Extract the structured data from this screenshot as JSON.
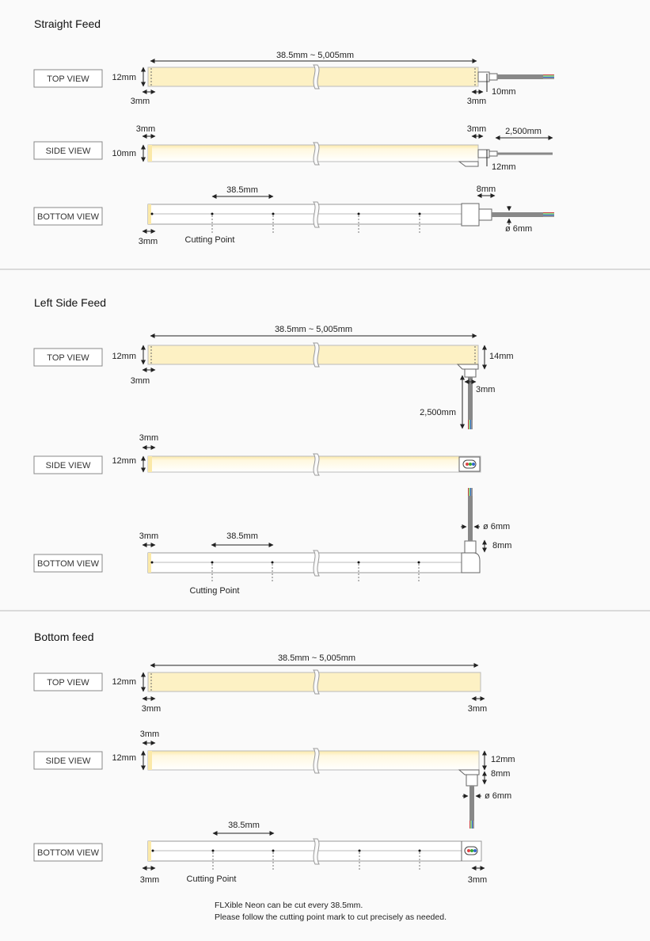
{
  "sections": [
    {
      "title": "Straight Feed",
      "views": [
        "TOP VIEW",
        "SIDE VIEW",
        "BOTTOM VIEW"
      ],
      "dims": {
        "length": "38.5mm ~ 5,005mm",
        "width_top": "12mm",
        "end_3mm": "3mm",
        "connector_10mm": "10mm",
        "height_side": "10mm",
        "cable_2500": "2,500mm",
        "side_12mm": "12mm",
        "pitch": "38.5mm",
        "boot_8mm": "8mm",
        "cable_dia": "ø 6mm"
      },
      "cutting_point": "Cutting Point"
    },
    {
      "title": "Left Side Feed",
      "views": [
        "TOP VIEW",
        "SIDE VIEW",
        "BOTTOM VIEW"
      ],
      "dims": {
        "length": "38.5mm ~ 5,005mm",
        "width_top": "12mm",
        "end_3mm": "3mm",
        "connector_14mm": "14mm",
        "cable_2500": "2,500mm",
        "height_side": "12mm",
        "pitch": "38.5mm",
        "cable_dia": "ø 6mm",
        "boot_8mm": "8mm"
      },
      "cutting_point": "Cutting Point"
    },
    {
      "title": "Bottom feed",
      "views": [
        "TOP VIEW",
        "SIDE VIEW",
        "BOTTOM VIEW"
      ],
      "dims": {
        "length": "38.5mm ~ 5,005mm",
        "width_top": "12mm",
        "end_3mm": "3mm",
        "height_side": "12mm",
        "side_12mm": "12mm",
        "boot_8mm": "8mm",
        "cable_dia": "ø 6mm",
        "pitch": "38.5mm"
      },
      "cutting_point": "Cutting Point"
    }
  ],
  "notes": [
    "FLXible Neon can be cut every 38.5mm.",
    "Please follow the cutting point mark to cut precisely as needed."
  ],
  "colors": {
    "glow": "#fdf1c4",
    "glow_edge": "#f6e0a0",
    "line": "#222222",
    "box_border": "#888888",
    "divider": "#bbbbbb"
  }
}
